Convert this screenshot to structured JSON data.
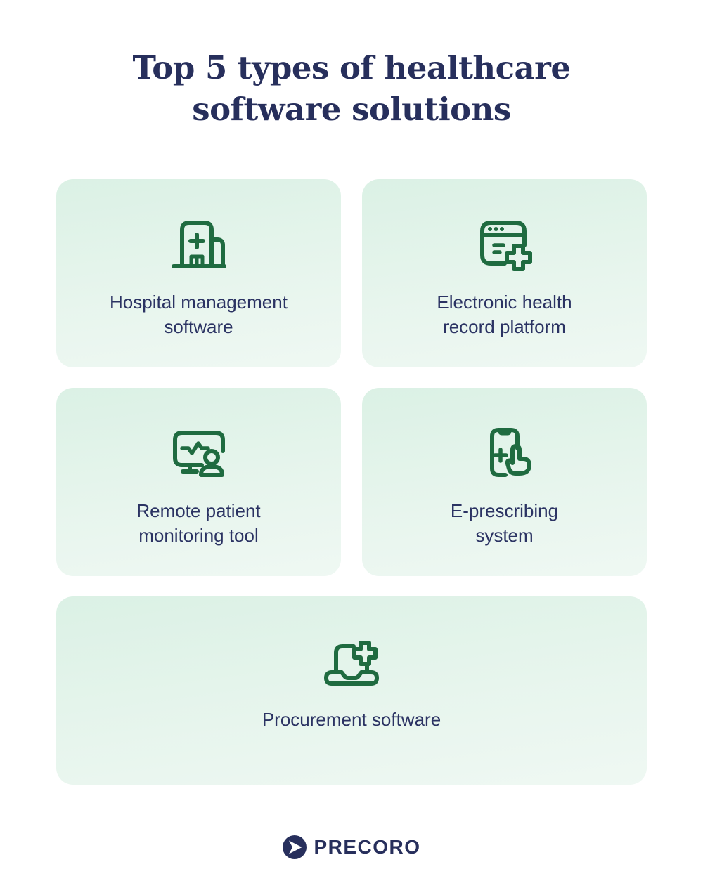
{
  "title": "Top 5 types of healthcare\nsoftware solutions",
  "cards": [
    {
      "label": "Hospital management\nsoftware",
      "icon": "hospital-building-icon"
    },
    {
      "label": "Electronic health\nrecord platform",
      "icon": "ehr-browser-medical-cross-icon"
    },
    {
      "label": "Remote patient\nmonitoring tool",
      "icon": "monitor-pulse-patient-icon"
    },
    {
      "label": "E-prescribing\nsystem",
      "icon": "phone-tap-medical-cross-icon"
    },
    {
      "label": "Procurement software",
      "icon": "laptop-medical-cross-icon"
    }
  ],
  "footer": {
    "brand": "PRECORO",
    "logo_icon": "precoro-logo-mark-icon"
  },
  "colors": {
    "title_navy": "#272f5c",
    "label_navy": "#2b3363",
    "icon_green": "#1f6b40",
    "card_gradient_top": "#dbf1e5",
    "card_gradient_bottom": "#eff8f3",
    "background": "#ffffff"
  }
}
